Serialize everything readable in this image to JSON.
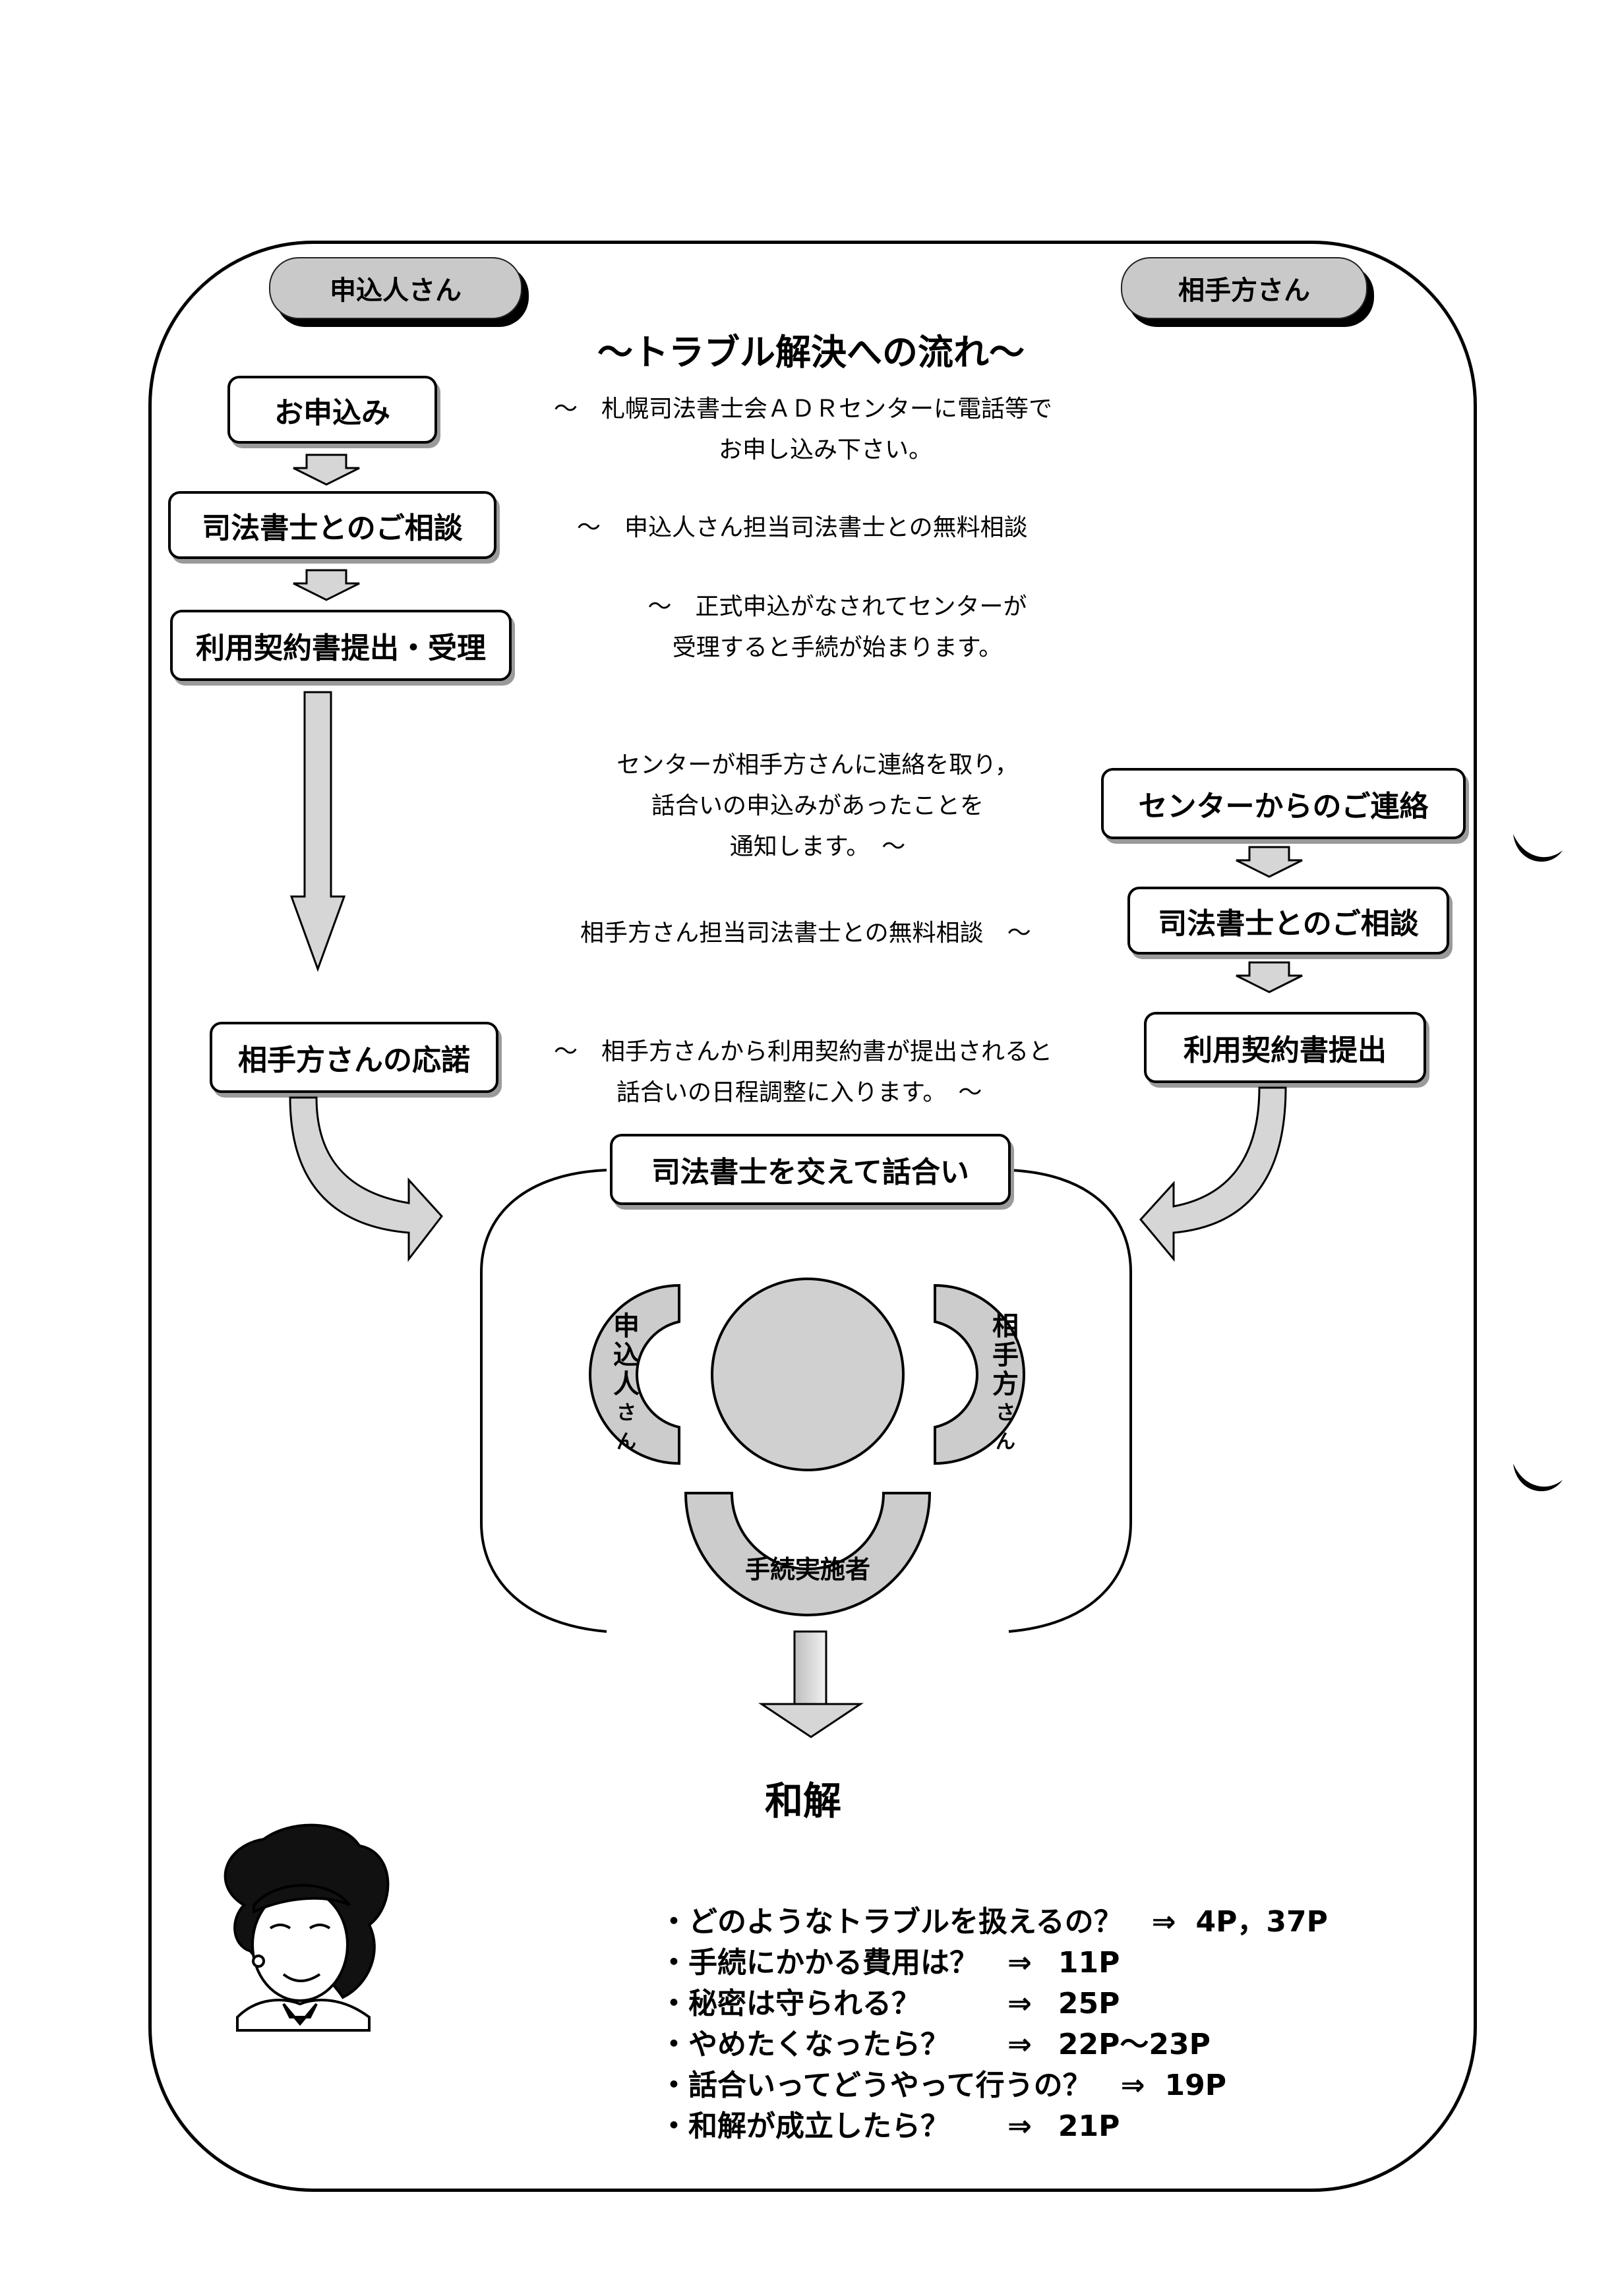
{
  "badges": {
    "left": "申込人さん",
    "right": "相手方さん"
  },
  "title": "～トラブル解決への流れ～",
  "left_steps": [
    "お申込み",
    "司法書士とのご相談",
    "利用契約書提出・受理"
  ],
  "left_response": "相手方さんの応諾",
  "right_steps": [
    "センターからのご連絡",
    "司法書士とのご相談",
    "利用契約書提出"
  ],
  "descriptions": {
    "d1": [
      "～　札幌司法書士会ＡＤＲセンターに電話等で",
      "お申し込み下さい。"
    ],
    "d2": "～　申込人さん担当司法書士との無料相談",
    "d3": [
      "～　正式申込がなされてセンターが",
      "受理すると手続が始まります。"
    ],
    "d4": [
      "センターが相手方さんに連絡を取り，",
      "話合いの申込みがあったことを",
      "通知します。　～"
    ],
    "d5": "相手方さん担当司法書士との無料相談　～",
    "d6": [
      "～　相手方さんから利用契約書が提出されると",
      "話合いの日程調整に入ります。　～"
    ]
  },
  "meeting": {
    "label": "司法書士を交えて話合い",
    "seat_left": [
      "申",
      "込",
      "人",
      "さ",
      "ん"
    ],
    "seat_right": [
      "相",
      "手",
      "方",
      "さ",
      "ん"
    ],
    "seat_bottom": "手続実施者"
  },
  "result": "和解",
  "faq": [
    {
      "q": "・どのようなトラブルを扱えるの？　⇒",
      "p": "4P，37P"
    },
    {
      "q": "・手続にかかる費用は？　⇒",
      "p": "11P"
    },
    {
      "q": "・秘密は守られる？　　　⇒",
      "p": "25P"
    },
    {
      "q": "・やめたくなったら？　　⇒",
      "p": "22P～23P"
    },
    {
      "q": "・話合いってどうやって行うの？　⇒",
      "p": "19P"
    },
    {
      "q": "・和解が成立したら？　　⇒",
      "p": "21P"
    }
  ],
  "colors": {
    "badge_fill": "#c9c9c9",
    "arrow_fill": "#d6d6d6",
    "seat_fill": "#cccccc"
  }
}
